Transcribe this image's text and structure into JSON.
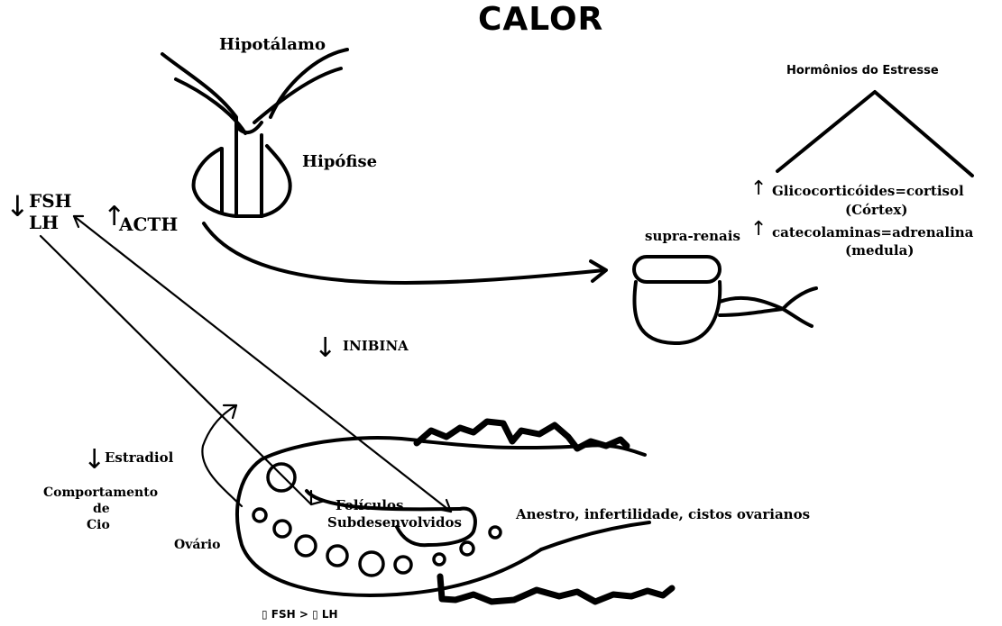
{
  "title": "CALOR",
  "labels": {
    "hypothalamus": "Hipotálamo",
    "pituitary": "Hipófise",
    "fsh": "FSH",
    "lh": "LH",
    "acth": "ACTH",
    "stress_hormones": "Hormônios do Estresse",
    "glucocorticoids": "Glicocorticóides=cortisol",
    "cortex": "(Córtex)",
    "catecholamines": "catecolaminas=adrenalina",
    "medulla": "(medula)",
    "adrenals": "supra-renais",
    "inhibin": "INIBINA",
    "estradiol": "Estradiol",
    "behavior_line1": "Comportamento",
    "behavior_line2": "de",
    "behavior_line3": "Cio",
    "ovary": "Ovário",
    "follicles_line1": "Folículos",
    "follicles_line2": "Subdesenvolvidos",
    "outcomes": "Anestro, infertilidade, cistos ovarianos",
    "ratio": "▯ FSH > ▯ LH"
  },
  "arrows": {
    "up": "↑",
    "down": "↓"
  }
}
